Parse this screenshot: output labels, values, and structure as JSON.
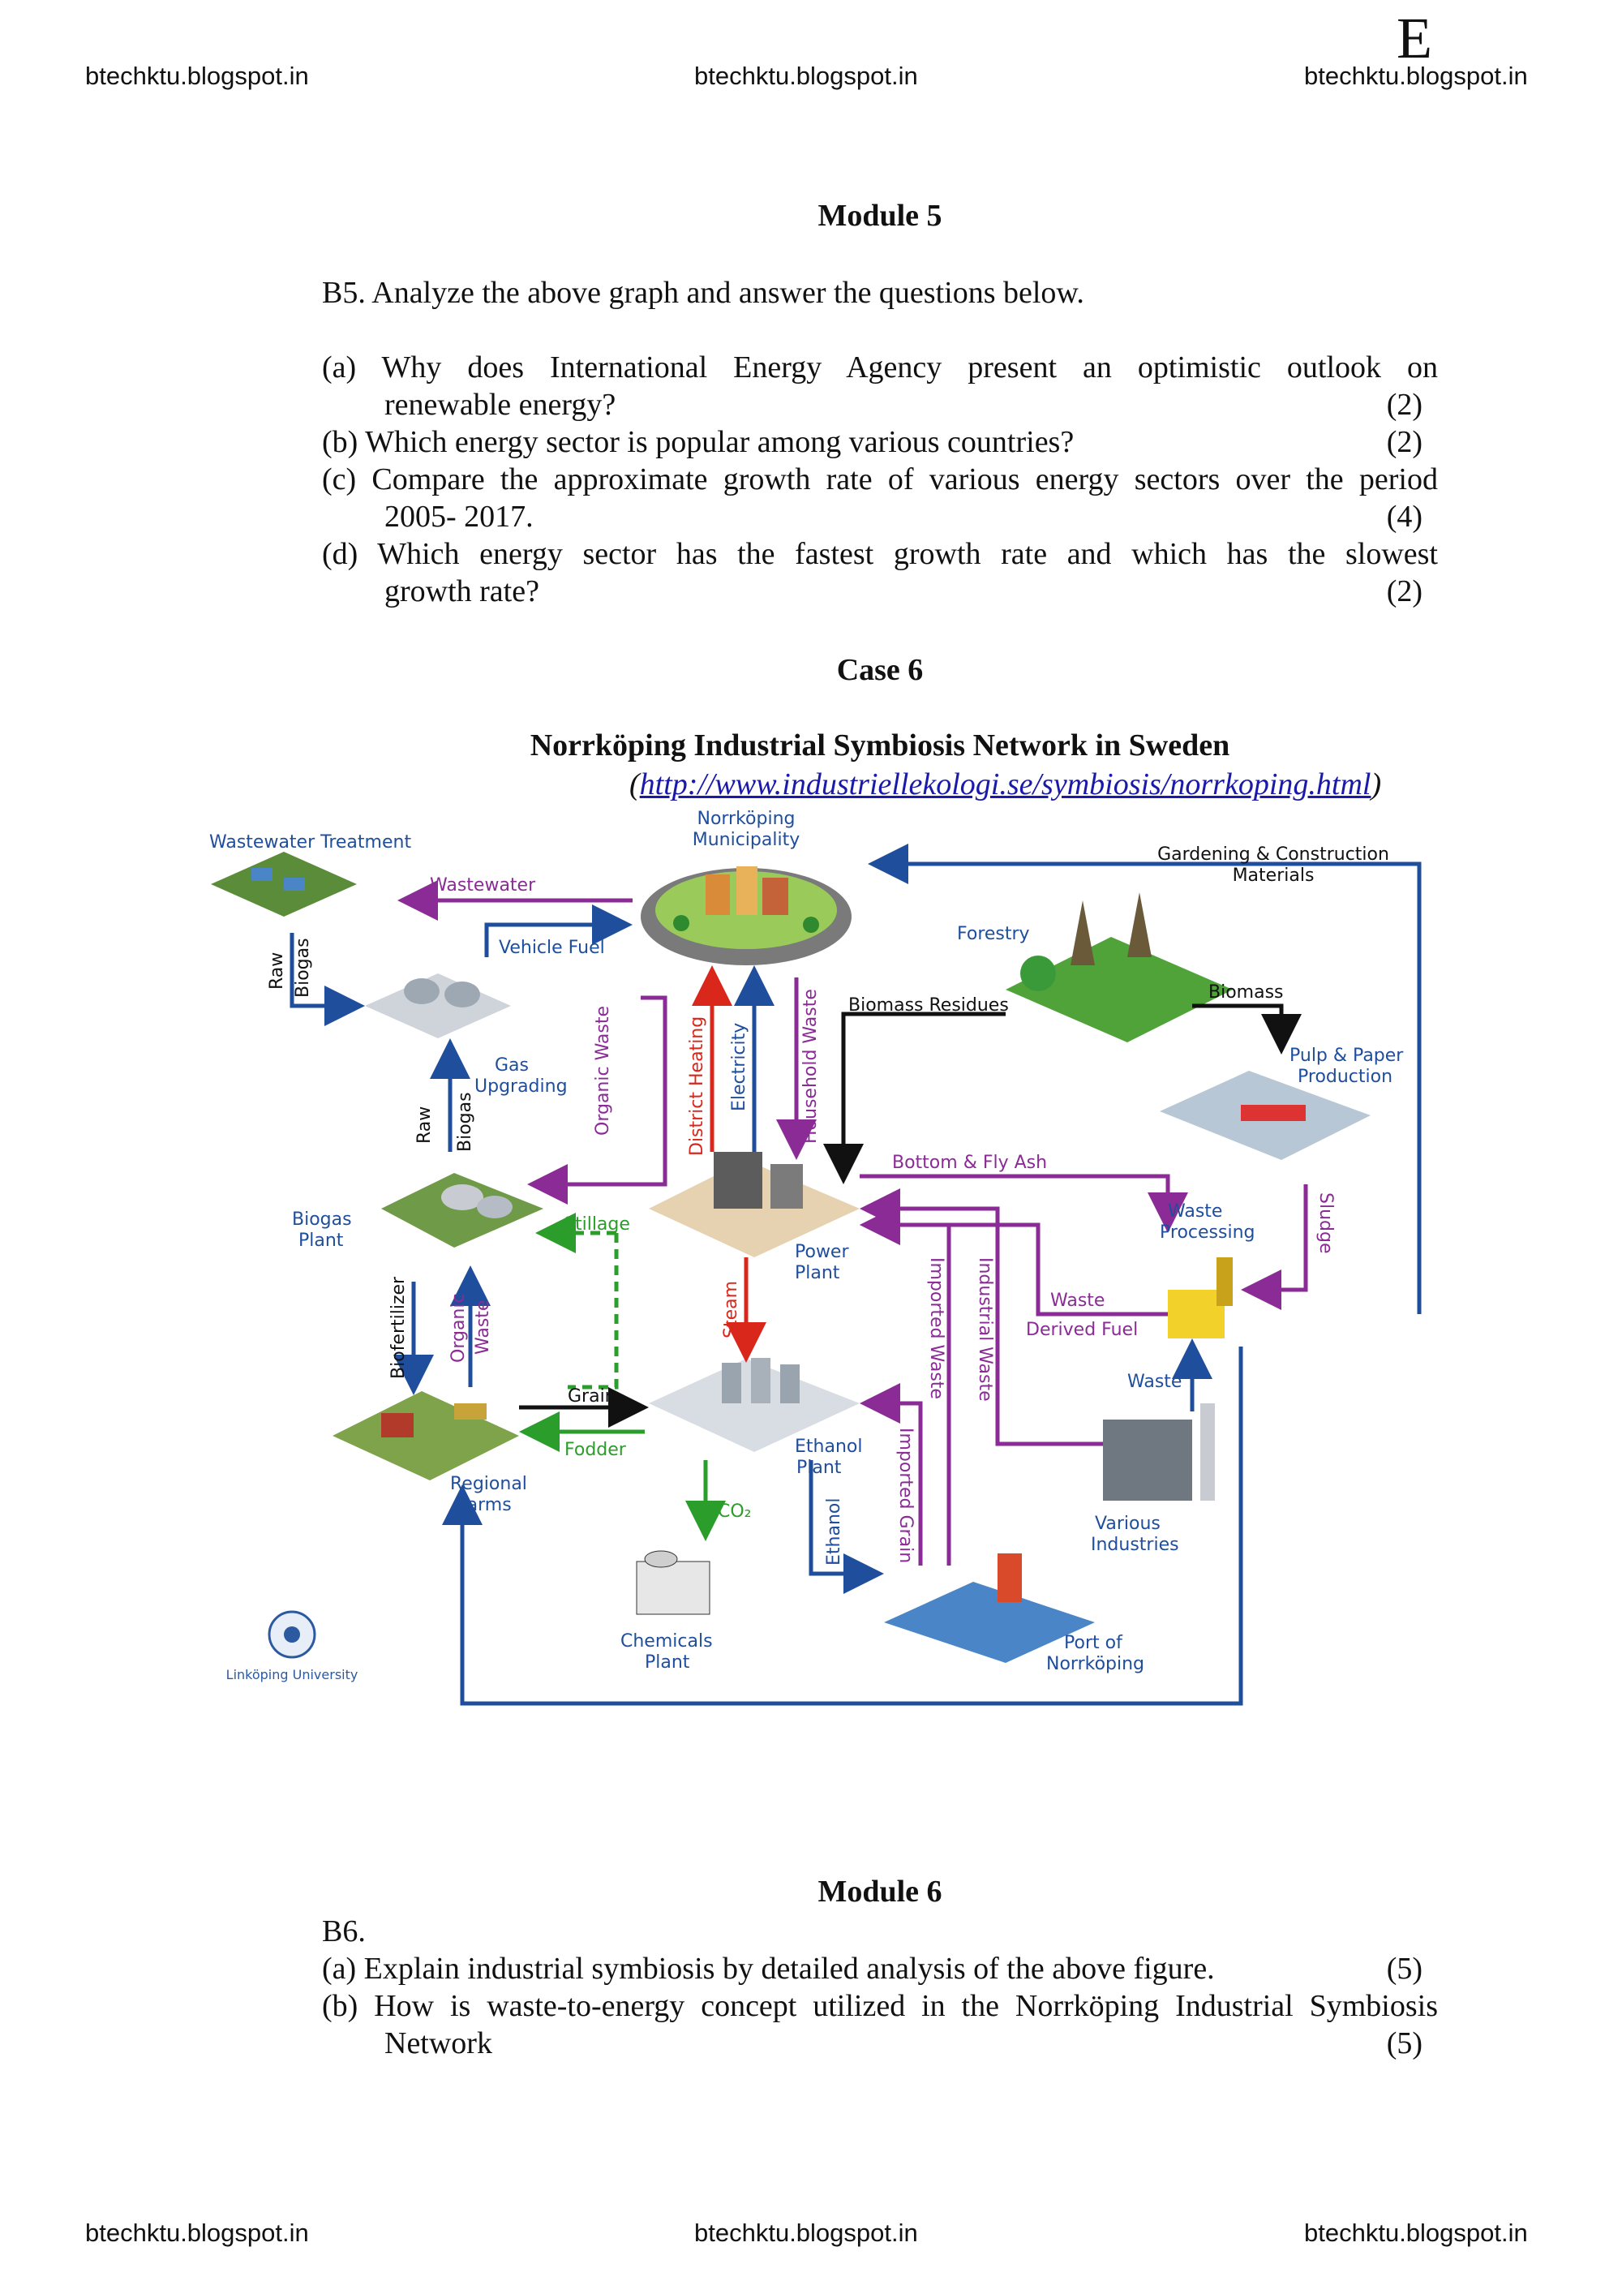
{
  "header": {
    "left": "btechktu.blogspot.in",
    "center": "btechktu.blogspot.in",
    "right": "btechktu.blogspot.in",
    "corner_letter": "E"
  },
  "footer": {
    "left": "btechktu.blogspot.in",
    "center": "btechktu.blogspot.in",
    "right": "btechktu.blogspot.in"
  },
  "module5": {
    "title": "Module 5",
    "intro": "B5. Analyze the above graph and answer the questions below.",
    "q_a_1": "(a) Why does International Energy Agency present an optimistic outlook on",
    "q_a_2": "renewable energy?",
    "q_a_mark": "(2)",
    "q_b": "(b) Which energy sector is popular among various countries?",
    "q_b_mark": "(2)",
    "q_c_1": "(c) Compare the approximate growth rate of various energy sectors over the period",
    "q_c_2": "2005- 2017.",
    "q_c_mark": "(4)",
    "q_d_1": "(d) Which energy sector has the fastest growth rate and which has the slowest",
    "q_d_2": "growth rate?",
    "q_d_mark": "(2)"
  },
  "case6": {
    "title": "Case 6",
    "subtitle": "Norrköping Industrial Symbiosis Network in Sweden",
    "link_open": "(",
    "link": "http://www.industriellekologi.se/symbiosis/norrkoping.html",
    "link_close": ")"
  },
  "diagram": {
    "municipality": "Norrköping",
    "municipality2": "Municipality",
    "wastewater_treatment": "Wastewater Treatment",
    "wastewater": "Wastewater",
    "vehicle_fuel": "Vehicle Fuel",
    "gardening": "Gardening & Construction",
    "materials": "Materials",
    "forestry": "Forestry",
    "biomass": "Biomass",
    "biomass_residues": "Biomass Residues",
    "pulp": "Pulp & Paper",
    "production": "Production",
    "raw": "Raw",
    "biogas": "Biogas",
    "gas": "Gas",
    "upgrading": "Upgrading",
    "organic_waste": "Organic Waste",
    "district_heating": "District Heating",
    "electricity": "Electricity",
    "household_waste": "Household Waste",
    "bottom_fly_ash": "Bottom & Fly Ash",
    "waste_processing_1": "Waste",
    "waste_processing_2": "Processing",
    "sludge": "Sludge",
    "biogas_plant_1": "Biogas",
    "biogas_plant_2": "Plant",
    "stillage": "Stillage",
    "power_plant_1": "Power",
    "power_plant_2": "Plant",
    "imported_waste": "Imported Waste",
    "industrial_waste": "Industrial Waste",
    "waste_derived_1": "Waste",
    "waste_derived_2": "Derived Fuel",
    "biofertilizer": "Biofertilizer",
    "organic": "Organic",
    "waste": "Waste",
    "steam": "Steam",
    "grain": "Grain",
    "fodder": "Fodder",
    "regional_1": "Regional",
    "regional_2": "Farms",
    "ethanol_plant_1": "Ethanol",
    "ethanol_plant_2": "Plant",
    "co2": "CO₂",
    "imported_grain": "Imported Grain",
    "various_1": "Various",
    "various_2": "Industries",
    "ethanol": "Ethanol",
    "chemicals_1": "Chemicals",
    "chemicals_2": "Plant",
    "port_1": "Port of",
    "port_2": "Norrköping",
    "linkoping": "Linköping University",
    "colors": {
      "purple": "#8a2b96",
      "blue": "#1f4e9c",
      "red": "#d9271c",
      "green": "#2a9d2a",
      "black": "#111111"
    }
  },
  "module6": {
    "title": "Module 6",
    "intro": "B6.",
    "q_a": "(a) Explain industrial symbiosis by detailed analysis of the above figure.",
    "q_a_mark": "(5)",
    "q_b_1": "(b) How is waste-to-energy concept utilized in the Norrköping Industrial Symbiosis",
    "q_b_2": "Network",
    "q_b_mark": "(5)"
  }
}
